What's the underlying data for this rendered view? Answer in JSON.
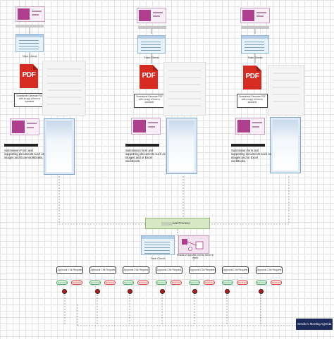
{
  "colors": {
    "pdf_red": "#d62b20",
    "form_magenta": "#b03e8f",
    "approval_green": "#d6e8c4",
    "approve_green": "#3aa655",
    "reject_red": "#dd3333",
    "button_navy": "#1c2b5a"
  },
  "columns": [
    {
      "doc_label": "Take Check",
      "pdf_text": "PDF",
      "note": "Smartsheet Generate PDF with a copy of form is saveable",
      "submit_text": "Submission Form and supporting documents such as images and Excel workbooks."
    },
    {
      "doc_label": "Take Check",
      "pdf_text": "PDF",
      "note": "Smartsheet Generate PDF with a copy of form is saveable",
      "submit_text": "Submission form and supporting documents such as images and or Excel workbooks."
    },
    {
      "doc_label": "Take Check",
      "pdf_text": "PDF",
      "note": "Smartsheet Generate PDF with a copy of form is saveable",
      "submit_text": "Submission form and supporting documents such as images and or Excel workbooks."
    }
  ],
  "approval": {
    "label": "Approval Process",
    "doc_label": "Take Check",
    "note": "Results of approval process stored in sheet"
  },
  "requests": [
    {
      "label": "Approval Chk Request",
      "approve": "Approved",
      "reject": "Declined"
    },
    {
      "label": "Approval Chk Request",
      "approve": "Approved",
      "reject": "Declined"
    },
    {
      "label": "Approval Chk Request",
      "approve": "Approved",
      "reject": "Declined"
    },
    {
      "label": "Approval Chk Request",
      "approve": "Approved",
      "reject": "Declined"
    },
    {
      "label": "Approval Chk Request",
      "approve": "Approved",
      "reject": "Declined"
    },
    {
      "label": "Approval Chk Request",
      "approve": "Approved",
      "reject": "Declined"
    },
    {
      "label": "Approval Chk Request",
      "approve": "Approved",
      "reject": "Declined"
    }
  ],
  "agenda_button": "Sends to Meeting Agenda"
}
